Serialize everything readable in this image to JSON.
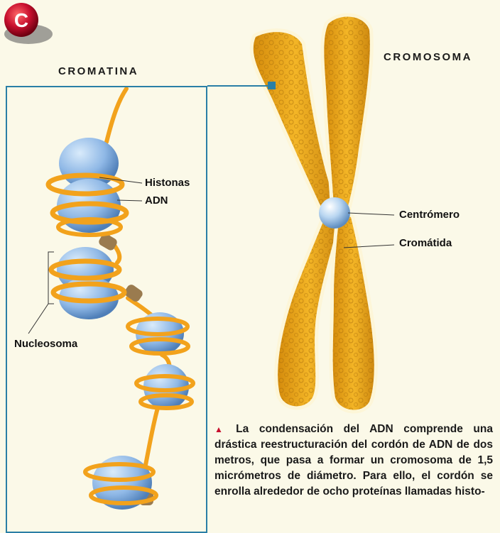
{
  "badge": {
    "letter": "C"
  },
  "chromatin": {
    "title": "CROMATINA",
    "labels": {
      "histones": "Histonas",
      "dna": "ADN",
      "nucleosome": "Nucleosoma"
    }
  },
  "chromosome": {
    "title": "CROMOSOMA",
    "labels": {
      "centromere": "Centrómero",
      "chromatid": "Cromátida"
    }
  },
  "caption": {
    "marker": "▲",
    "text": "La condensación del ADN comprende una drástica reestructuración del cordón de ADN de dos metros, que pasa a formar un cromosoma de 1,5 micrómetros de diámetro. Para ello, el cordón se enrolla alrededor de ocho proteínas llamadas histo-"
  },
  "colors": {
    "badge_red": "#c8102e",
    "frame_blue": "#2a7fa6",
    "chromosome_gold": "#e9a516",
    "histone_blue": "#8fb8e6",
    "dna_orange": "#f2a21c",
    "background": "#fbf9e8"
  }
}
